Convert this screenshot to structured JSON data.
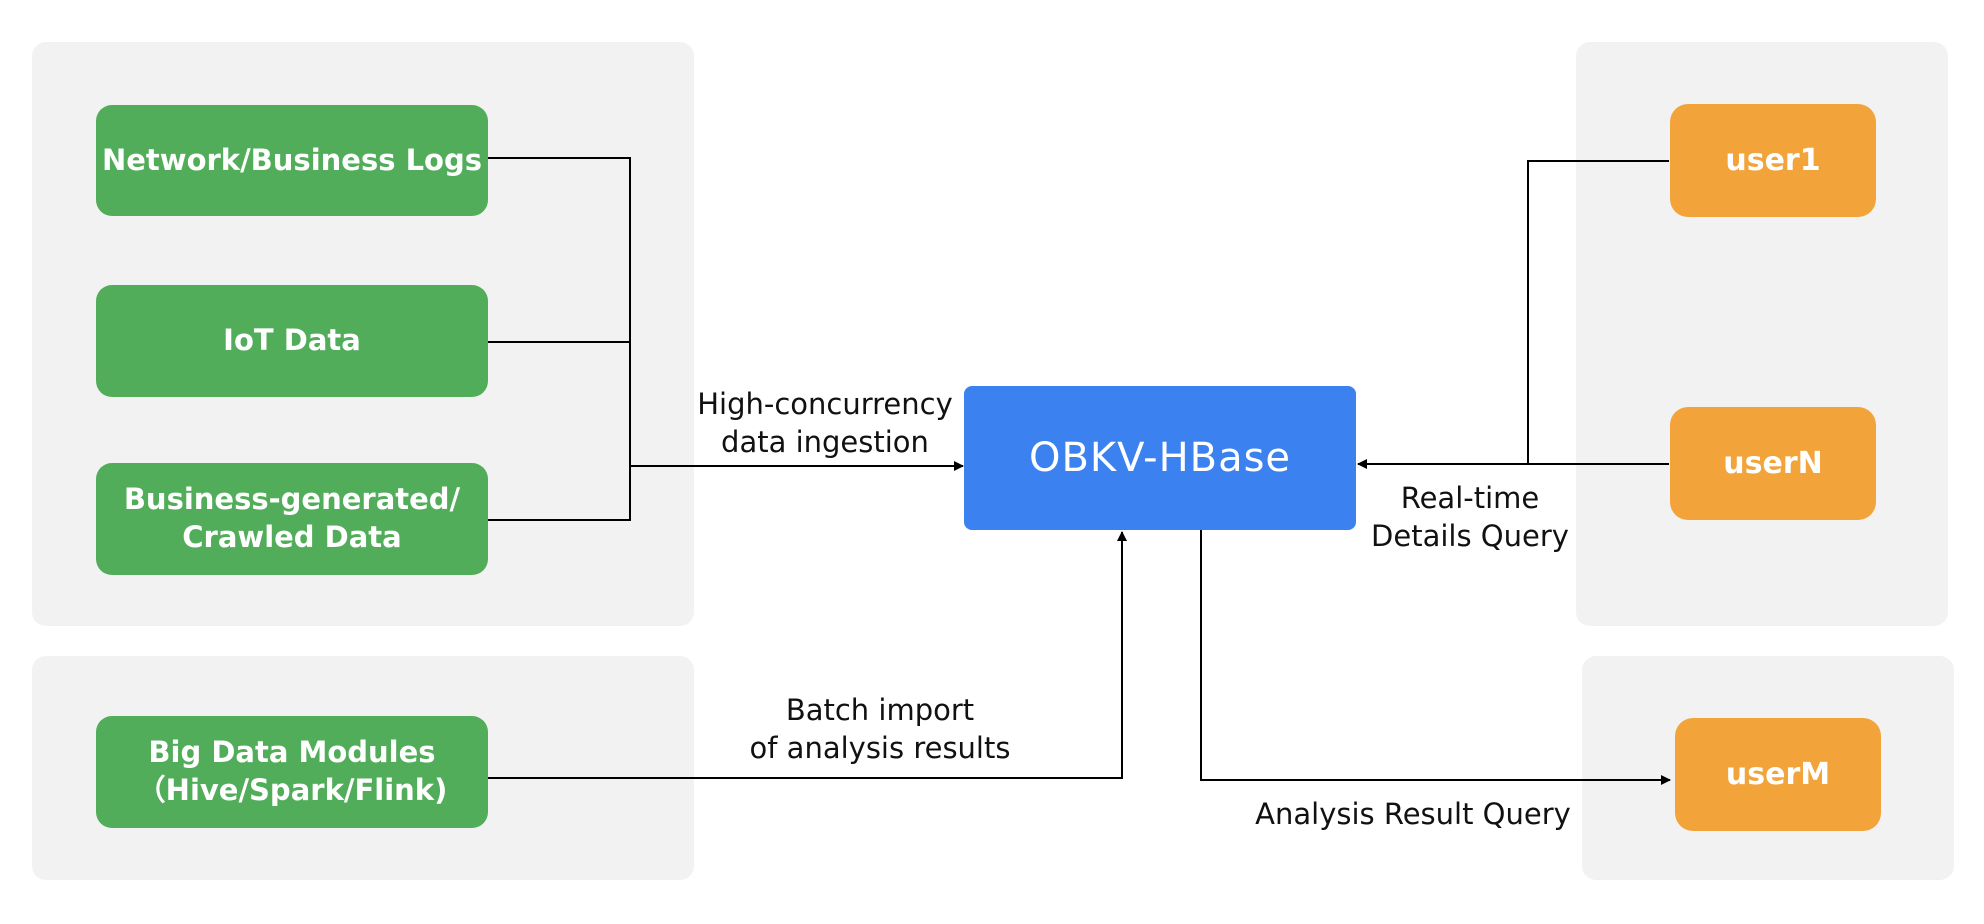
{
  "sources": {
    "network_logs": "Network/Business Logs",
    "iot_data": "IoT Data",
    "business_crawled": [
      "Business-generated/",
      "Crawled Data"
    ],
    "big_data": [
      "Big Data Modules",
      "（Hive/Spark/Flink)"
    ]
  },
  "core": {
    "title": "OBKV-HBase"
  },
  "users": {
    "user1": "user1",
    "userN": "userN",
    "userM": "userM"
  },
  "edges": {
    "ingestion": [
      "High-concurrency",
      "data ingestion"
    ],
    "batch_import": [
      "Batch import",
      "of analysis results"
    ],
    "realtime_query": [
      "Real-time",
      "Details Query"
    ],
    "analysis_query": "Analysis Result Query"
  },
  "colors": {
    "panel": "#f2f2f2",
    "source_node": "#52ad5a",
    "user_node": "#f2a43a",
    "core_node": "#3b82f0",
    "connector": "#000000"
  }
}
